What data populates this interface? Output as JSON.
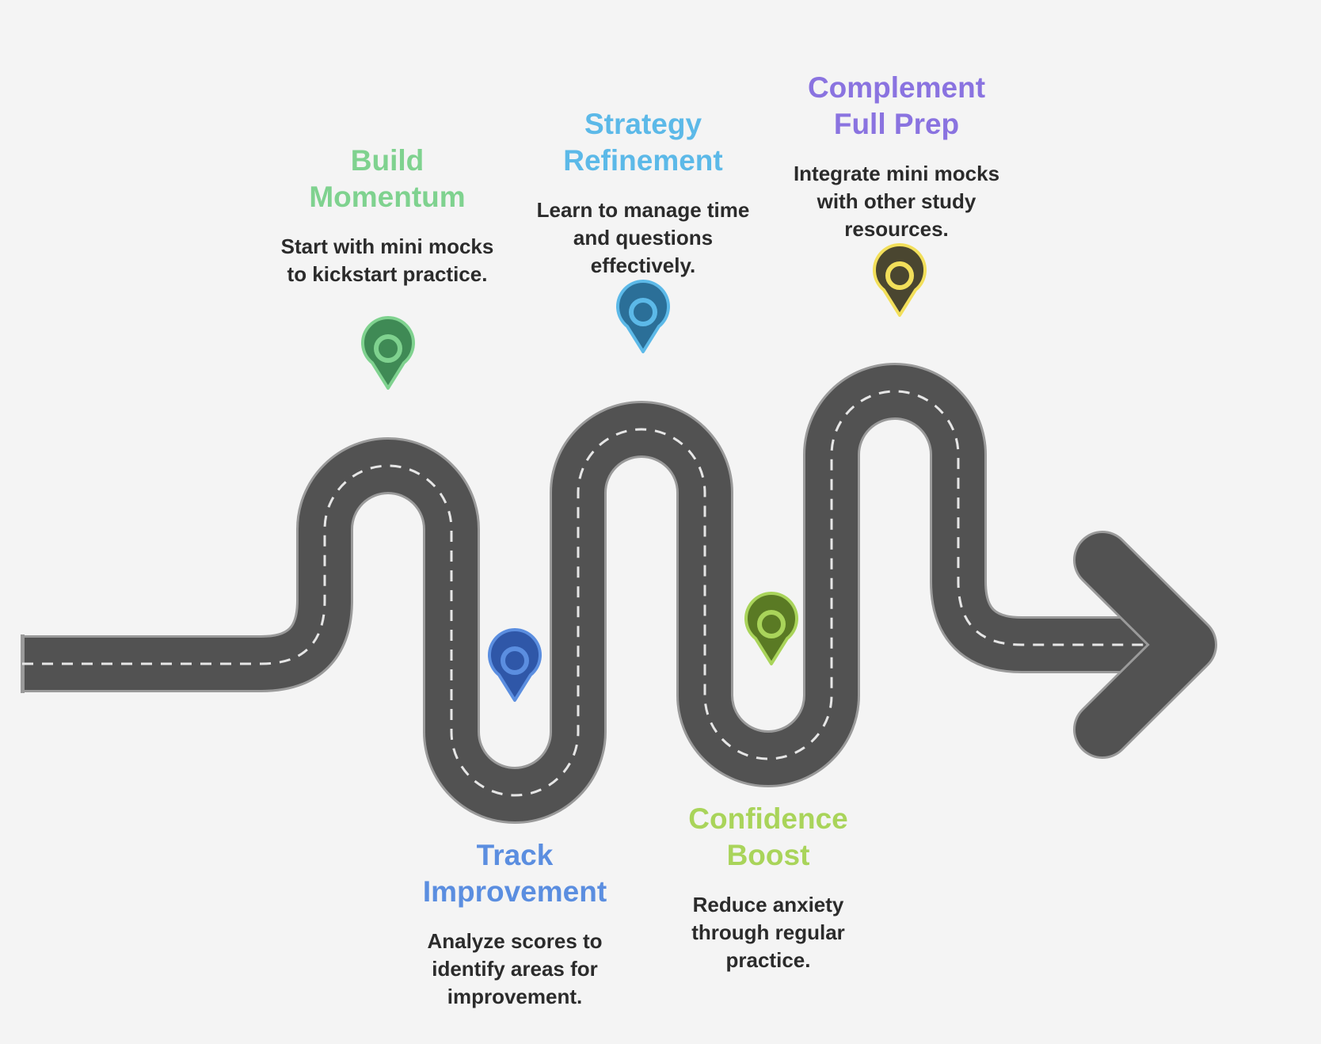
{
  "milestones": [
    {
      "id": "build-momentum",
      "title": "Build\nMomentum",
      "description": "Start with mini mocks to kickstart practice.",
      "color": "#7fd28f",
      "pin_color": "#3f8a55"
    },
    {
      "id": "track-improvement",
      "title": "Track\nImprovement",
      "description": "Analyze scores to identify areas for improvement.",
      "color": "#5b8ee0",
      "pin_color": "#2f57a8"
    },
    {
      "id": "strategy-refinement",
      "title": "Strategy\nRefinement",
      "description": "Learn to manage time and questions effectively.",
      "color": "#5cb9e8",
      "pin_color": "#2b6f98"
    },
    {
      "id": "confidence-boost",
      "title": "Confidence\nBoost",
      "description": "Reduce anxiety through regular practice.",
      "color": "#a9d45a",
      "pin_color": "#5a7a24"
    },
    {
      "id": "complement-full-prep",
      "title": "Complement\nFull Prep",
      "description": "Integrate mini mocks with other study resources.",
      "color": "#8a73e0",
      "pin_color": "#4a4630",
      "pin_ring": "#f2df5a"
    }
  ],
  "road": {
    "color": "#525252",
    "edge_color": "#9a9a9a",
    "dash_color": "#e6e6e6"
  }
}
